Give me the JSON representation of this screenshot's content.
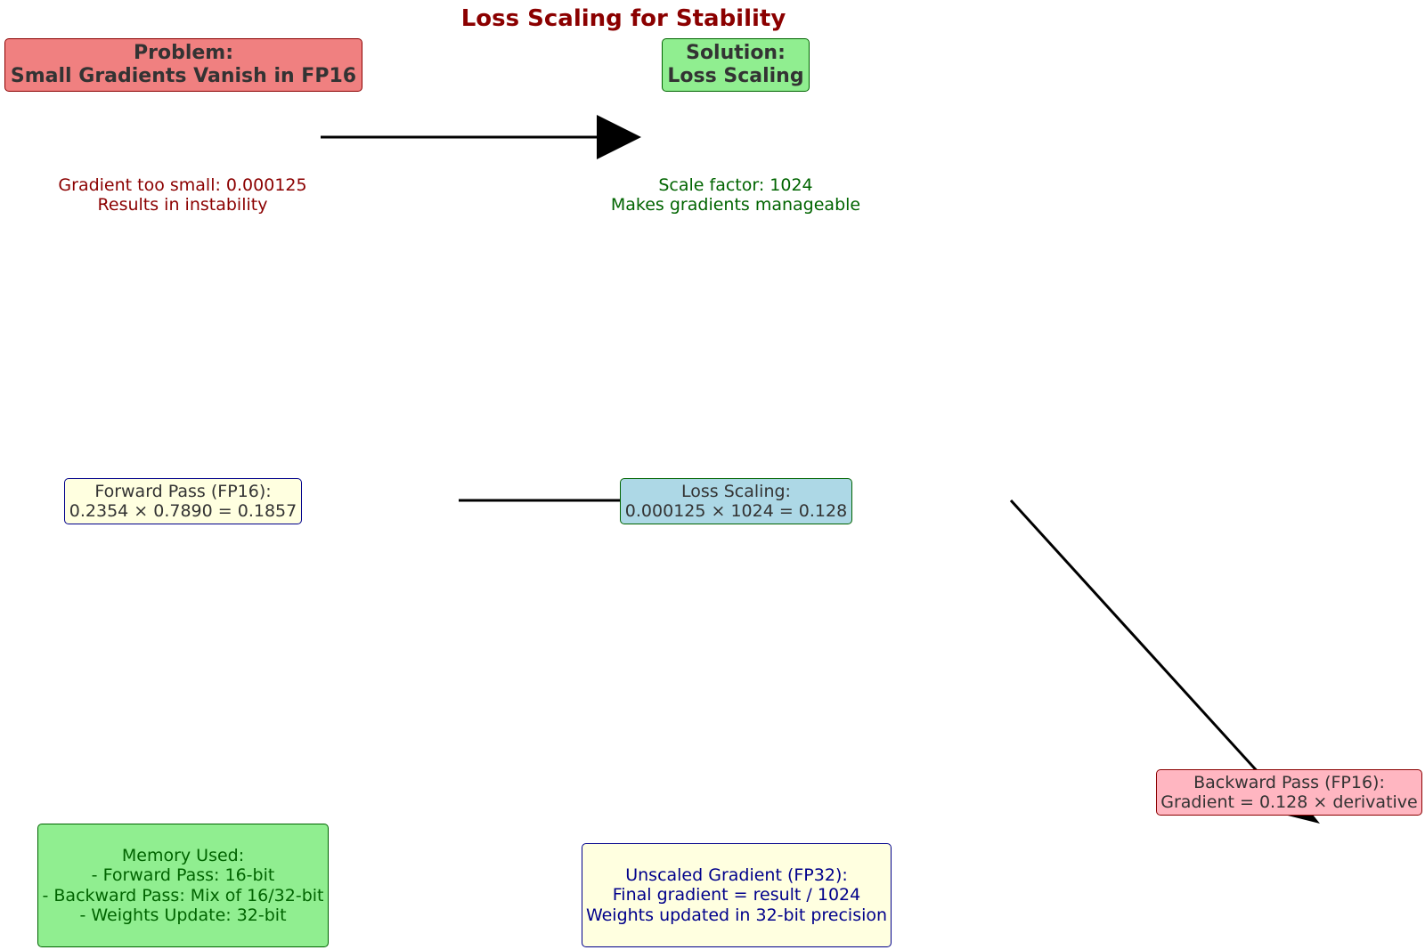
{
  "title": "Loss Scaling for Stability",
  "problem": {
    "lines": [
      "Problem:",
      "Small Gradients Vanish in FP16"
    ],
    "note": [
      "Gradient too small: 0.000125",
      "Results in instability"
    ]
  },
  "solution": {
    "lines": [
      "Solution:",
      "Loss Scaling"
    ],
    "note": [
      "Scale factor: 1024",
      "Makes gradients manageable"
    ]
  },
  "forward": {
    "lines": [
      "Forward Pass (FP16):",
      "0.2354 × 0.7890 = 0.1857"
    ]
  },
  "scaling": {
    "lines": [
      "Loss Scaling:",
      "0.000125 × 1024 = 0.128"
    ]
  },
  "backward": {
    "lines": [
      "Backward Pass (FP16):",
      "Gradient = 0.128 × derivative"
    ]
  },
  "memory": {
    "lines": [
      "Memory Used:",
      "- Forward Pass: 16-bit",
      "- Backward Pass: Mix of 16/32-bit",
      "- Weights Update: 32-bit"
    ]
  },
  "unscaled": {
    "lines": [
      "Unscaled Gradient (FP32):",
      "Final gradient = result / 1024",
      "Weights updated in 32-bit precision"
    ]
  },
  "colors": {
    "title": "#8b0000",
    "problem_fill": "#f08080",
    "problem_border": "#8b0000",
    "solution_fill": "#90ee90",
    "solution_border": "#006400",
    "problem_note": "#8b0000",
    "solution_note": "#006400",
    "forward_fill": "#ffffe0",
    "forward_border": "#00008b",
    "scaling_fill": "#add8e6",
    "scaling_border": "#006400",
    "backward_fill": "#ffb6c1",
    "backward_border": "#8b0000",
    "memory_fill": "#90ee90",
    "memory_border": "#006400",
    "memory_text": "#006400",
    "unscaled_fill": "#ffffe0",
    "unscaled_border": "#00008b",
    "unscaled_text": "#00008b",
    "dark_text": "#333333"
  }
}
